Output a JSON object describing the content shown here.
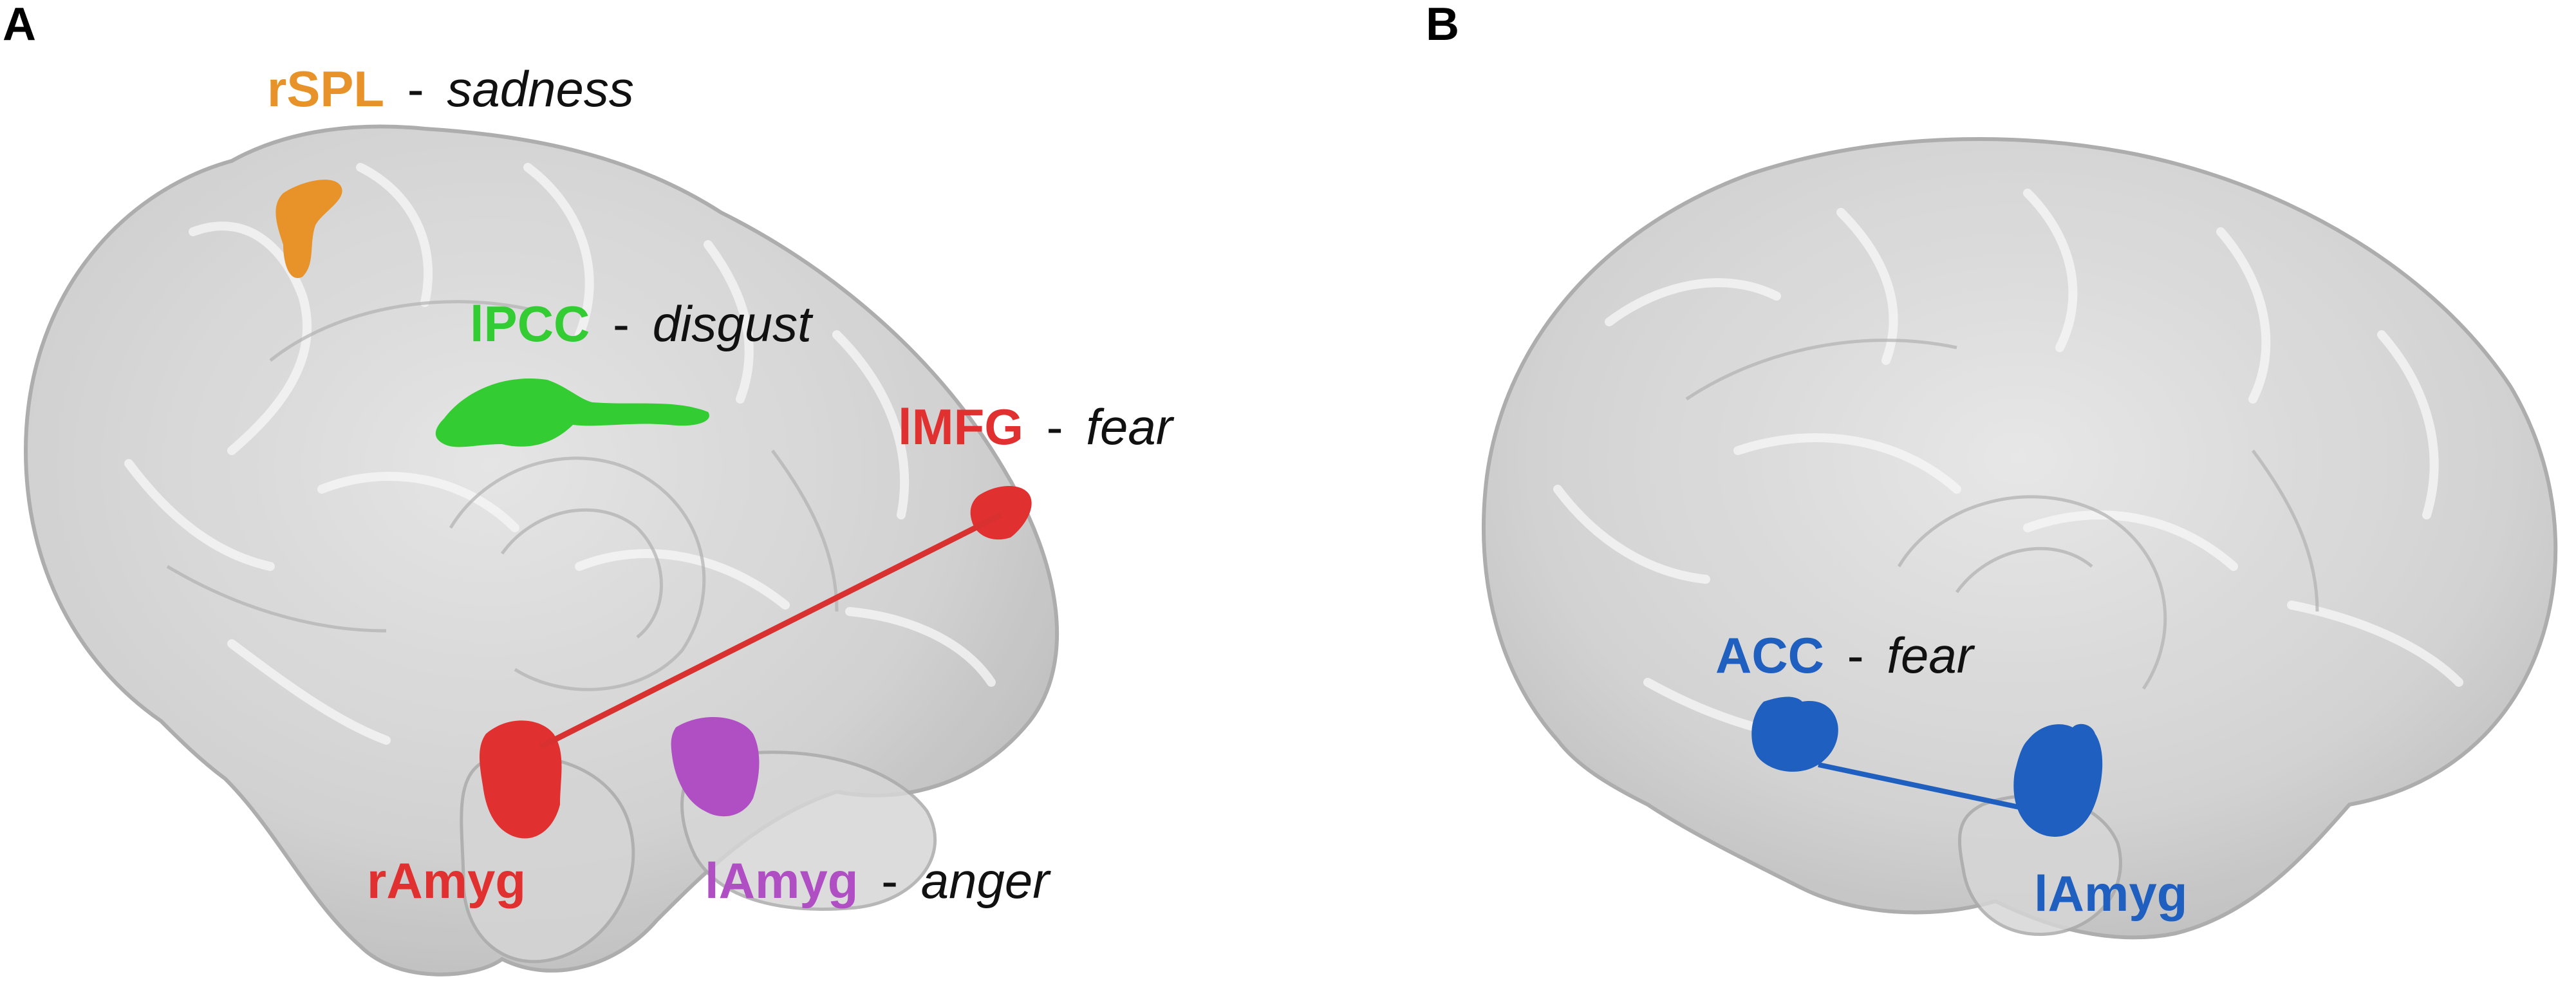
{
  "panels": [
    {
      "letter": "A",
      "regions": [
        {
          "name": "rSPL",
          "emotion": "sadness",
          "color": "#e8922a"
        },
        {
          "name": "lPCC",
          "emotion": "disgust",
          "color": "#33cc33"
        },
        {
          "name": "lMFG",
          "emotion": "fear",
          "color": "#e03030"
        },
        {
          "name": "rAmyg",
          "emotion": "",
          "color": "#e03030"
        },
        {
          "name": "lAmyg",
          "emotion": "anger",
          "color": "#b04fc4"
        }
      ],
      "connection_color": "#d93030"
    },
    {
      "letter": "B",
      "regions": [
        {
          "name": "ACC",
          "emotion": "fear",
          "color": "#1f5fbf"
        },
        {
          "name": "lAmyg",
          "emotion": "",
          "color": "#1f5fbf"
        }
      ],
      "connection_color": "#1f5fbf"
    }
  ],
  "separator": "-",
  "colors": {
    "brain_fill": "#c9c9c9",
    "brain_stroke": "#a9a9a9",
    "gyri": "#ffffff"
  }
}
